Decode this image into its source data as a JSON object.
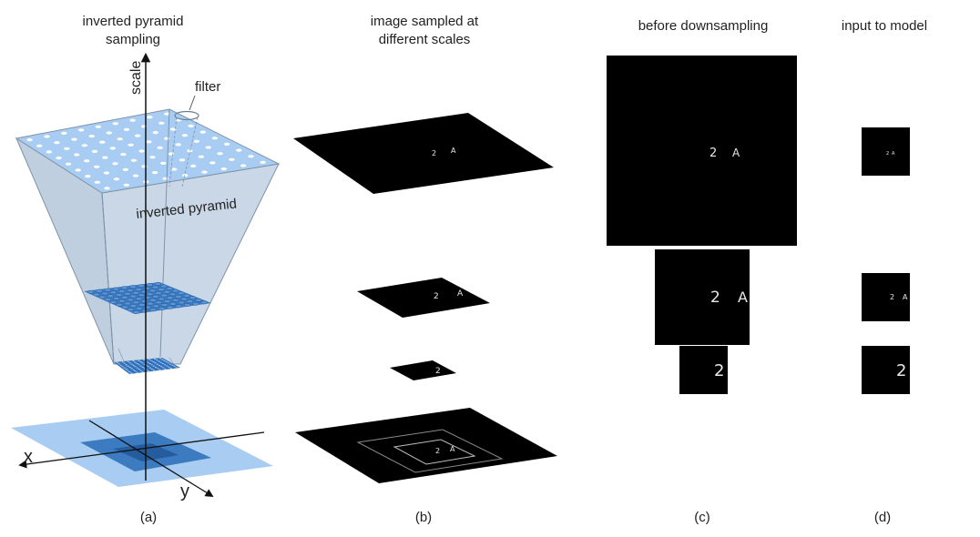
{
  "panel_a": {
    "title_line1": "inverted pyramid",
    "title_line2": "sampling",
    "axis_scale": "scale",
    "filter_label": "filter",
    "pyramid_label": "inverted pyramid",
    "axis_x": "x",
    "axis_y": "y",
    "caption": "(a)"
  },
  "panel_b": {
    "title_line1": "image sampled at",
    "title_line2": "different scales",
    "caption": "(b)"
  },
  "panel_c": {
    "title": "before downsampling",
    "caption": "(c)"
  },
  "panel_d": {
    "title": "input to model",
    "caption": "(d)"
  },
  "digits": {
    "first": "2",
    "second": "A"
  },
  "colors": {
    "pyramid_fill": "#c9d7e6",
    "top_plane": "#a9cdf2",
    "mid_grid": "#3c7bc0",
    "bottom_grid": "#2f6fb8",
    "ground_light": "#a9cdf2",
    "ground_mid": "#3c7bc0",
    "ground_dark": "#245c9e",
    "image_bg": "#000000",
    "glyph": "#e8e8e8"
  }
}
